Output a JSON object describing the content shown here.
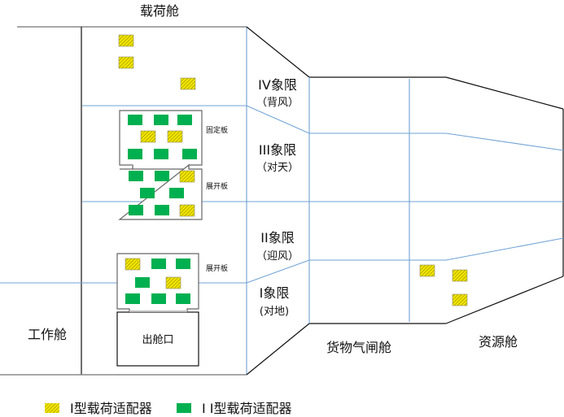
{
  "labels": {
    "payload_cabin": "载荷舱",
    "work_cabin": "工作舱",
    "cargo_airlock": "货物气闸舱",
    "resource_cabin": "资源舱",
    "hatch": "出舱口",
    "fixed_board": "固定板",
    "deploy_board_upper": "展开板",
    "deploy_board_lower": "展开板"
  },
  "quadrants": [
    {
      "name": "IV象限",
      "sub": "（背风）"
    },
    {
      "name": "III象限",
      "sub": "（对天）"
    },
    {
      "name": "II象限",
      "sub": "（迎风）"
    },
    {
      "name": "I象限",
      "sub": "(对地)"
    }
  ],
  "legend": {
    "type1": "I型载荷适配器",
    "type2": "I I型载荷适配器"
  },
  "colors": {
    "type1_fill": "#f2e600",
    "type2_fill": "#00b050",
    "grid_line": "#6fa3d6"
  }
}
